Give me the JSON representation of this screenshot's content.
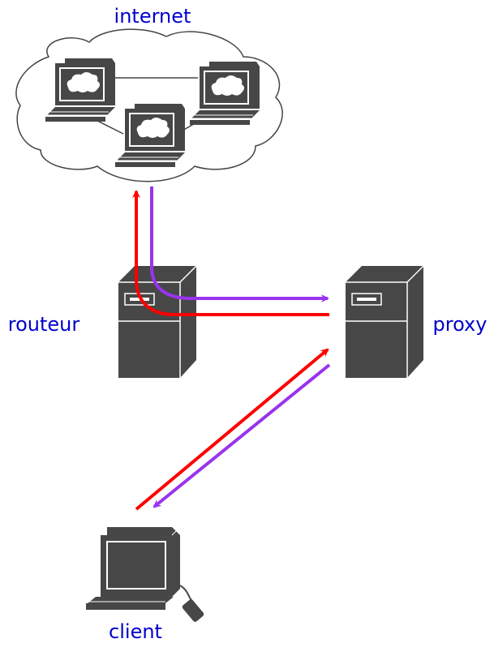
{
  "labels": {
    "internet": "internet",
    "router": "routeur",
    "proxy": "proxy",
    "client": "client"
  },
  "colors": {
    "label": "#0000cc",
    "device": "#474747",
    "device_light": "#ffffff",
    "cloud_stroke": "#444444",
    "request_arrow": "#ff0000",
    "response_arrow": "#9933ee"
  },
  "icons": [
    "cloud-icon",
    "computer-icon",
    "server-icon",
    "mouse-icon"
  ]
}
